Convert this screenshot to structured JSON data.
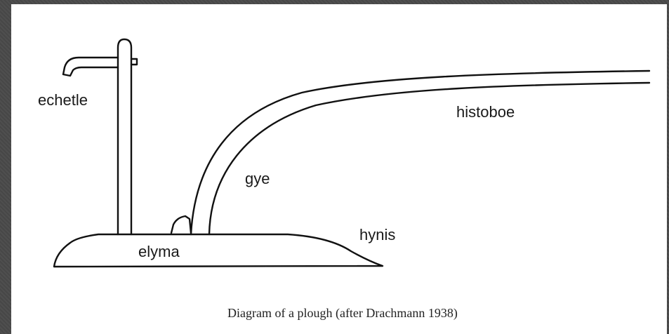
{
  "diagram": {
    "labels": {
      "echetle": "echetle",
      "histoboe": "histoboe",
      "gye": "gye",
      "hynis": "hynis",
      "elyma": "elyma"
    },
    "caption": "Diagram of a plough (after Drachmann 1938)"
  }
}
